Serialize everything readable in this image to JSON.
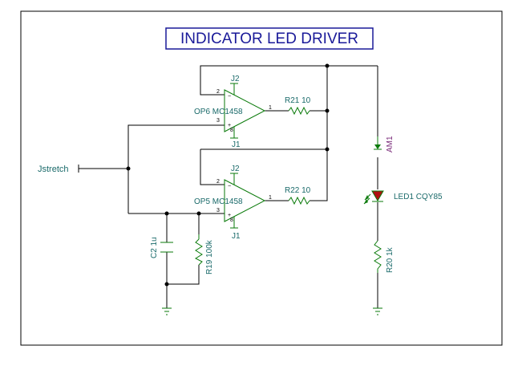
{
  "title": "INDICATOR LED DRIVER",
  "colors": {
    "title_text": "#1a1a99",
    "title_frame": "#1a1a99",
    "label_text": "#1a6a6a",
    "component": "#0a7a0a",
    "wire": "#000000",
    "led_body": "#b01010",
    "ammeter_label": "#7a2a7a"
  },
  "input": {
    "label": "Jstretch"
  },
  "opamps": {
    "op6": {
      "name": "OP6 MC1458",
      "pin_inv": "2",
      "pin_noninv": "3",
      "pin_out": "1",
      "pin_v": "8",
      "supply_top": "J2",
      "supply_bottom": "J1",
      "minus": "−",
      "plus": "+"
    },
    "op5": {
      "name": "OP5 MC1458",
      "pin_inv": "2",
      "pin_noninv": "3",
      "pin_out": "1",
      "pin_v": "8",
      "supply_top": "J2",
      "supply_bottom": "J1",
      "minus": "−",
      "plus": "+"
    }
  },
  "resistors": {
    "r21": "R21 10",
    "r22": "R22 10",
    "r19": "R19 100k",
    "r20": "R20 1k"
  },
  "capacitor": {
    "c2": "C2 1u"
  },
  "led": {
    "label": "LED1 CQY85"
  },
  "ammeter": {
    "label": "AM1"
  }
}
